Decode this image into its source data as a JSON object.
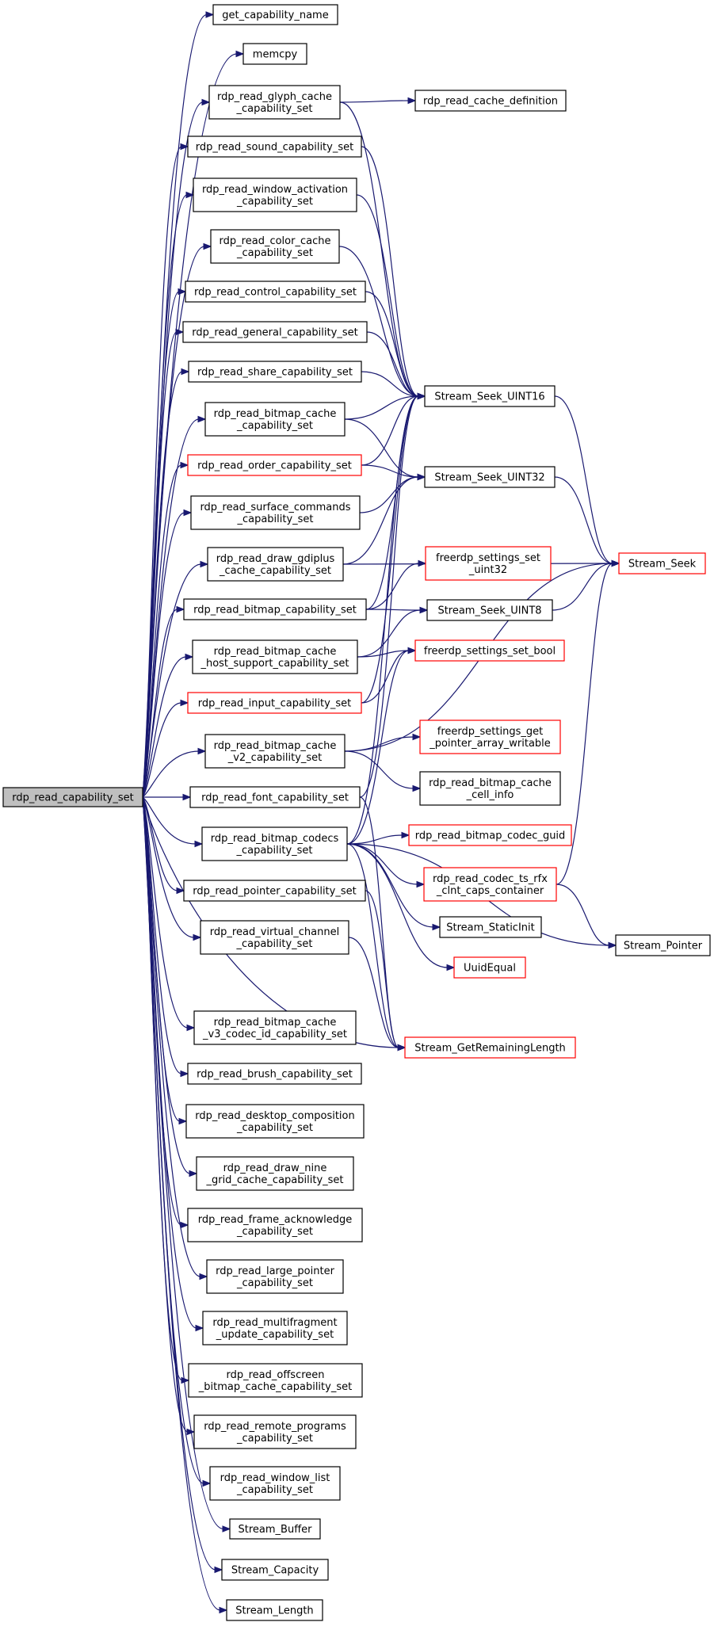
{
  "diagram": {
    "type": "call-graph",
    "colors": {
      "edge": "#191970",
      "border": "#000000",
      "highlight_border": "#ff0000",
      "root_fill": "#bfbfbf"
    },
    "nodes": [
      {
        "id": "root",
        "lines": [
          "rdp_read_capability_set"
        ],
        "style": "root"
      },
      {
        "id": "get_capability_name",
        "lines": [
          "get_capability_name"
        ]
      },
      {
        "id": "memcpy",
        "lines": [
          "memcpy"
        ]
      },
      {
        "id": "glyph",
        "lines": [
          "rdp_read_glyph_cache",
          "_capability_set"
        ]
      },
      {
        "id": "cache_def",
        "lines": [
          "rdp_read_cache_definition"
        ]
      },
      {
        "id": "sound",
        "lines": [
          "rdp_read_sound_capability_set"
        ]
      },
      {
        "id": "window_act",
        "lines": [
          "rdp_read_window_activation",
          "_capability_set"
        ]
      },
      {
        "id": "color_cache",
        "lines": [
          "rdp_read_color_cache",
          "_capability_set"
        ]
      },
      {
        "id": "control",
        "lines": [
          "rdp_read_control_capability_set"
        ]
      },
      {
        "id": "general",
        "lines": [
          "rdp_read_general_capability_set"
        ]
      },
      {
        "id": "share",
        "lines": [
          "rdp_read_share_capability_set"
        ]
      },
      {
        "id": "bitmap_cache",
        "lines": [
          "rdp_read_bitmap_cache",
          "_capability_set"
        ]
      },
      {
        "id": "order",
        "lines": [
          "rdp_read_order_capability_set"
        ],
        "style": "red"
      },
      {
        "id": "surface",
        "lines": [
          "rdp_read_surface_commands",
          "_capability_set"
        ]
      },
      {
        "id": "gdiplus",
        "lines": [
          "rdp_read_draw_gdiplus",
          "_cache_capability_set"
        ]
      },
      {
        "id": "bitmap",
        "lines": [
          "rdp_read_bitmap_capability_set"
        ]
      },
      {
        "id": "host_support",
        "lines": [
          "rdp_read_bitmap_cache",
          "_host_support_capability_set"
        ]
      },
      {
        "id": "input",
        "lines": [
          "rdp_read_input_capability_set"
        ],
        "style": "red"
      },
      {
        "id": "cache_v2",
        "lines": [
          "rdp_read_bitmap_cache",
          "_v2_capability_set"
        ]
      },
      {
        "id": "font",
        "lines": [
          "rdp_read_font_capability_set"
        ]
      },
      {
        "id": "codecs",
        "lines": [
          "rdp_read_bitmap_codecs",
          "_capability_set"
        ]
      },
      {
        "id": "pointer",
        "lines": [
          "rdp_read_pointer_capability_set"
        ]
      },
      {
        "id": "virtual_channel",
        "lines": [
          "rdp_read_virtual_channel",
          "_capability_set"
        ]
      },
      {
        "id": "cache_v3",
        "lines": [
          "rdp_read_bitmap_cache",
          "_v3_codec_id_capability_set"
        ]
      },
      {
        "id": "brush",
        "lines": [
          "rdp_read_brush_capability_set"
        ]
      },
      {
        "id": "desktop",
        "lines": [
          "rdp_read_desktop_composition",
          "_capability_set"
        ]
      },
      {
        "id": "nine_grid",
        "lines": [
          "rdp_read_draw_nine",
          "_grid_cache_capability_set"
        ]
      },
      {
        "id": "frame_ack",
        "lines": [
          "rdp_read_frame_acknowledge",
          "_capability_set"
        ]
      },
      {
        "id": "large_pointer",
        "lines": [
          "rdp_read_large_pointer",
          "_capability_set"
        ]
      },
      {
        "id": "multifragment",
        "lines": [
          "rdp_read_multifragment",
          "_update_capability_set"
        ]
      },
      {
        "id": "offscreen",
        "lines": [
          "rdp_read_offscreen",
          "_bitmap_cache_capability_set"
        ]
      },
      {
        "id": "remote_programs",
        "lines": [
          "rdp_read_remote_programs",
          "_capability_set"
        ]
      },
      {
        "id": "window_list",
        "lines": [
          "rdp_read_window_list",
          "_capability_set"
        ]
      },
      {
        "id": "stream_buffer",
        "lines": [
          "Stream_Buffer"
        ]
      },
      {
        "id": "stream_capacity",
        "lines": [
          "Stream_Capacity"
        ]
      },
      {
        "id": "stream_length",
        "lines": [
          "Stream_Length"
        ]
      },
      {
        "id": "uint16",
        "lines": [
          "Stream_Seek_UINT16"
        ]
      },
      {
        "id": "uint32",
        "lines": [
          "Stream_Seek_UINT32"
        ]
      },
      {
        "id": "set_uint32",
        "lines": [
          "freerdp_settings_set",
          "_uint32"
        ],
        "style": "red"
      },
      {
        "id": "uint8",
        "lines": [
          "Stream_Seek_UINT8"
        ]
      },
      {
        "id": "set_bool",
        "lines": [
          "freerdp_settings_set_bool"
        ],
        "style": "red"
      },
      {
        "id": "get_pointer",
        "lines": [
          "freerdp_settings_get",
          "_pointer_array_writable"
        ],
        "style": "red"
      },
      {
        "id": "cell_info",
        "lines": [
          "rdp_read_bitmap_cache",
          "_cell_info"
        ]
      },
      {
        "id": "codec_guid",
        "lines": [
          "rdp_read_bitmap_codec_guid"
        ],
        "style": "red"
      },
      {
        "id": "rfx",
        "lines": [
          "rdp_read_codec_ts_rfx",
          "_clnt_caps_container"
        ],
        "style": "red"
      },
      {
        "id": "static_init",
        "lines": [
          "Stream_StaticInit"
        ]
      },
      {
        "id": "uuid_equal",
        "lines": [
          "UuidEqual"
        ],
        "style": "red"
      },
      {
        "id": "remaining",
        "lines": [
          "Stream_GetRemainingLength"
        ],
        "style": "red"
      },
      {
        "id": "stream_seek",
        "lines": [
          "Stream_Seek"
        ],
        "style": "red"
      },
      {
        "id": "stream_pointer",
        "lines": [
          "Stream_Pointer"
        ]
      }
    ],
    "edges": [
      [
        "root",
        "get_capability_name"
      ],
      [
        "root",
        "memcpy"
      ],
      [
        "root",
        "glyph"
      ],
      [
        "root",
        "sound"
      ],
      [
        "root",
        "window_act"
      ],
      [
        "root",
        "color_cache"
      ],
      [
        "root",
        "control"
      ],
      [
        "root",
        "general"
      ],
      [
        "root",
        "share"
      ],
      [
        "root",
        "bitmap_cache"
      ],
      [
        "root",
        "order"
      ],
      [
        "root",
        "surface"
      ],
      [
        "root",
        "gdiplus"
      ],
      [
        "root",
        "bitmap"
      ],
      [
        "root",
        "host_support"
      ],
      [
        "root",
        "input"
      ],
      [
        "root",
        "cache_v2"
      ],
      [
        "root",
        "font"
      ],
      [
        "root",
        "codecs"
      ],
      [
        "root",
        "pointer"
      ],
      [
        "root",
        "virtual_channel"
      ],
      [
        "root",
        "remaining"
      ],
      [
        "root",
        "cache_v3"
      ],
      [
        "root",
        "brush"
      ],
      [
        "root",
        "desktop"
      ],
      [
        "root",
        "nine_grid"
      ],
      [
        "root",
        "frame_ack"
      ],
      [
        "root",
        "large_pointer"
      ],
      [
        "root",
        "multifragment"
      ],
      [
        "root",
        "offscreen"
      ],
      [
        "root",
        "remote_programs"
      ],
      [
        "root",
        "window_list"
      ],
      [
        "root",
        "stream_buffer"
      ],
      [
        "root",
        "stream_capacity"
      ],
      [
        "root",
        "stream_length"
      ],
      [
        "glyph",
        "cache_def"
      ],
      [
        "glyph",
        "uint16"
      ],
      [
        "sound",
        "uint16"
      ],
      [
        "window_act",
        "uint16"
      ],
      [
        "color_cache",
        "uint16"
      ],
      [
        "control",
        "uint16"
      ],
      [
        "general",
        "uint16"
      ],
      [
        "share",
        "uint16"
      ],
      [
        "bitmap_cache",
        "uint16"
      ],
      [
        "bitmap_cache",
        "uint32"
      ],
      [
        "order",
        "uint16"
      ],
      [
        "order",
        "uint32"
      ],
      [
        "surface",
        "uint32"
      ],
      [
        "gdiplus",
        "uint32"
      ],
      [
        "gdiplus",
        "stream_seek"
      ],
      [
        "bitmap",
        "uint16"
      ],
      [
        "bitmap",
        "set_uint32"
      ],
      [
        "bitmap",
        "uint8"
      ],
      [
        "host_support",
        "uint8"
      ],
      [
        "host_support",
        "set_bool"
      ],
      [
        "input",
        "uint16"
      ],
      [
        "input",
        "set_bool"
      ],
      [
        "cache_v2",
        "get_pointer"
      ],
      [
        "cache_v2",
        "cell_info"
      ],
      [
        "cache_v2",
        "stream_seek"
      ],
      [
        "font",
        "uint16"
      ],
      [
        "font",
        "remaining"
      ],
      [
        "codecs",
        "uint16"
      ],
      [
        "codecs",
        "set_bool"
      ],
      [
        "codecs",
        "codec_guid"
      ],
      [
        "codecs",
        "rfx"
      ],
      [
        "codecs",
        "static_init"
      ],
      [
        "codecs",
        "uuid_equal"
      ],
      [
        "codecs",
        "remaining"
      ],
      [
        "codecs",
        "stream_pointer"
      ],
      [
        "pointer",
        "remaining"
      ],
      [
        "virtual_channel",
        "remaining"
      ],
      [
        "uint16",
        "stream_seek"
      ],
      [
        "uint32",
        "stream_seek"
      ],
      [
        "uint8",
        "stream_seek"
      ],
      [
        "rfx",
        "stream_seek"
      ],
      [
        "rfx",
        "stream_pointer"
      ]
    ]
  }
}
